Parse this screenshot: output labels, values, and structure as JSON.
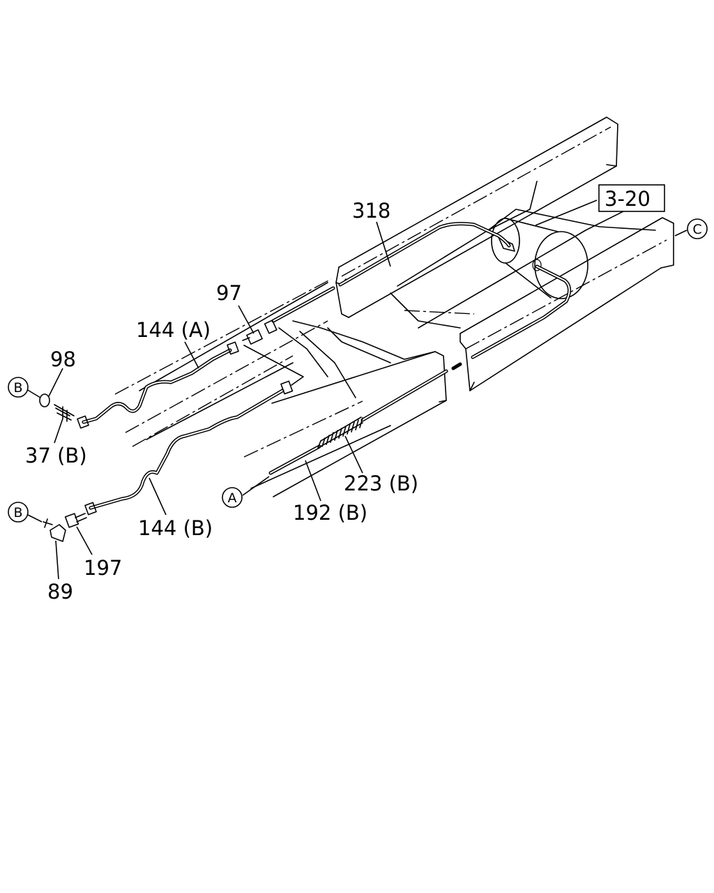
{
  "callouts": {
    "p318": "318",
    "ref_3_20": "3-20",
    "ref_c": "C",
    "p97": "97",
    "p144a": "144 (A)",
    "p98": "98",
    "ref_b_top": "B",
    "p37b": "37 (B)",
    "ref_a": "A",
    "p223b": "223 (B)",
    "p192b": "192 (B)",
    "p144b": "144 (B)",
    "ref_b_bottom": "B",
    "p197": "197",
    "p89": "89"
  }
}
